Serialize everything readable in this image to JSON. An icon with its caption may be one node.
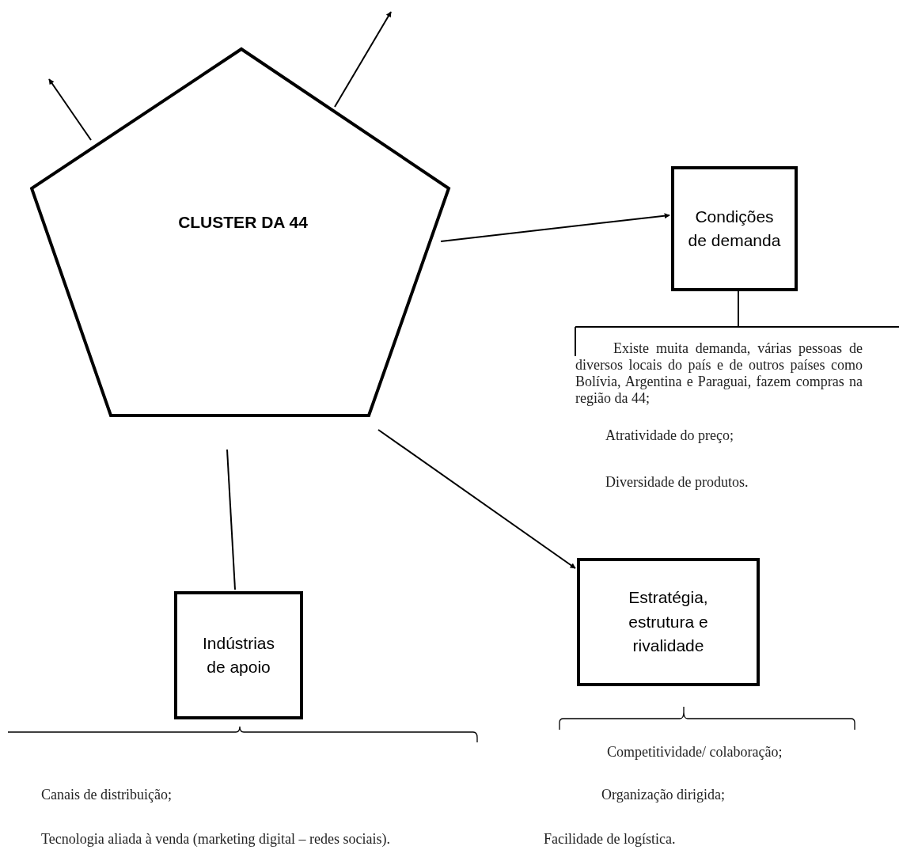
{
  "diagram": {
    "nodes": [
      {
        "text": [
          "CLUSTER DA 44"
        ]
      },
      {
        "text": [
          "Condições de demanda"
        ]
      },
      {
        "text": [
          "Estratégia, estrutura e rivalidade"
        ]
      },
      {
        "text": [
          "Indústrias de apoio"
        ]
      }
    ],
    "edges": [
      {
        "from": 0,
        "to": null,
        "arrow": "to"
      },
      {
        "from": 0,
        "to": null,
        "arrow": "to"
      },
      {
        "from": 0,
        "to": 1,
        "arrow": "to"
      },
      {
        "from": 0,
        "to": 2,
        "arrow": "to"
      },
      {
        "from": 0,
        "to": 3,
        "arrow": "none"
      }
    ],
    "labels": [
      "Existe muita demanda, várias pessoas de diversos locais do país e de outros países como Bolívia, Argentina e Paraguai, fazem compras na região da 44;",
      "Atratividade do preço;",
      "Diversidade de produtos.",
      "Competitividade/ colaboração;",
      "Canais de distribuição;",
      "Organização dirigida;",
      "Tecnologia aliada à venda (marketing digital – redes sociais).",
      "Facilidade de logística."
    ]
  }
}
